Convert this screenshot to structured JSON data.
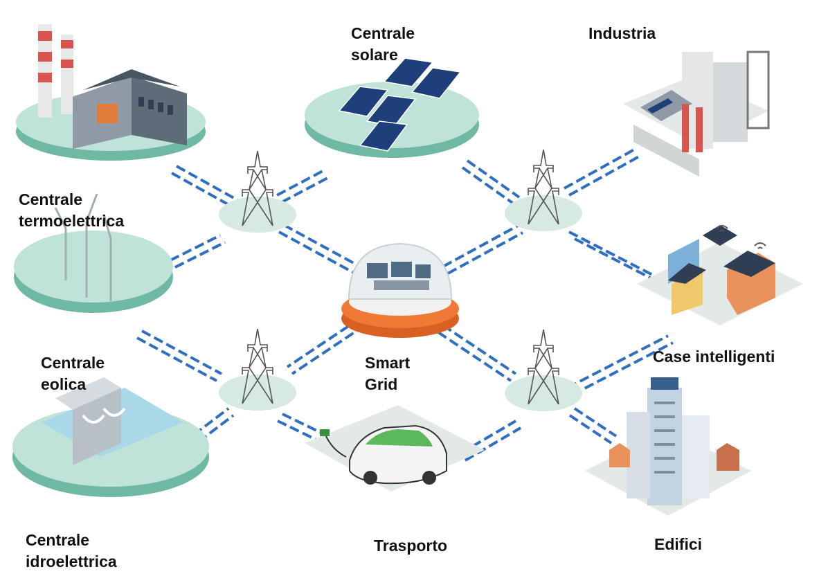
{
  "nodes": [
    {
      "id": "thermo",
      "lines": [
        "Centrale",
        "termoelettrica"
      ],
      "icon": "thermal-power-plant-icon"
    },
    {
      "id": "solar",
      "lines": [
        "Centrale",
        "solare"
      ],
      "icon": "solar-panel-icon"
    },
    {
      "id": "industry",
      "lines": [
        "Industria"
      ],
      "icon": "factory-icon"
    },
    {
      "id": "wind",
      "lines": [
        "Centrale",
        "eolica"
      ],
      "icon": "wind-turbine-icon"
    },
    {
      "id": "grid",
      "lines": [
        "Smart",
        "Grid"
      ],
      "icon": "control-room-dome-icon"
    },
    {
      "id": "homes",
      "lines": [
        "Case intelligenti"
      ],
      "icon": "smart-house-icon"
    },
    {
      "id": "hydro",
      "lines": [
        "Centrale",
        "idroelettrica"
      ],
      "icon": "hydro-dam-icon"
    },
    {
      "id": "transport",
      "lines": [
        "Trasporto"
      ],
      "icon": "electric-car-icon"
    },
    {
      "id": "buildings",
      "lines": [
        "Edifici"
      ],
      "icon": "city-buildings-icon"
    }
  ],
  "colors": {
    "platform_top": "#bfe3d8",
    "platform_side": "#6fb9a4",
    "line": "#2f6fc1",
    "tower": "#555555",
    "grid_base": "#f07a35",
    "panel": "#1f3f7a",
    "ground": "#e3e9e6"
  }
}
